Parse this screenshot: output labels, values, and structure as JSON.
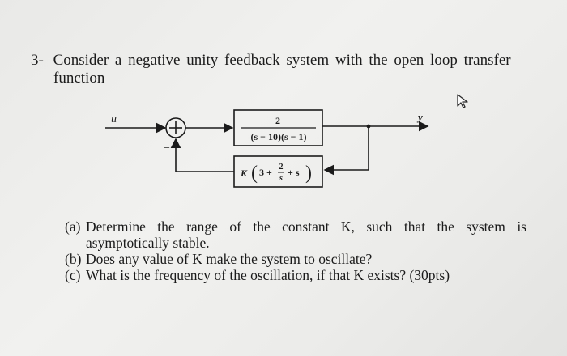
{
  "problem": {
    "number": "3-",
    "intro_line1": "Consider a negative unity feedback system with the open loop transfer",
    "intro_line2": "function"
  },
  "diagram": {
    "input_label": "u",
    "output_label": "y",
    "summing_sign": "−",
    "forward_numerator": "2",
    "forward_denominator": "(s − 10)(s − 1)",
    "feedback_gain": "K",
    "feedback_expr_start": "3 +",
    "feedback_frac_num": "2",
    "feedback_frac_den": "s",
    "feedback_expr_end": "+ s"
  },
  "questions": [
    {
      "label": "(a)",
      "text": "Determine the range of the constant K, such that the system is",
      "text_cont": "asymptotically stable."
    },
    {
      "label": "(b)",
      "text": "Does any value of K make the system to oscillate?"
    },
    {
      "label": "(c)",
      "text": "What is the frequency of the oscillation, if that K exists? (30pts)"
    }
  ],
  "cursor_icon": "pointer-arrow-icon"
}
